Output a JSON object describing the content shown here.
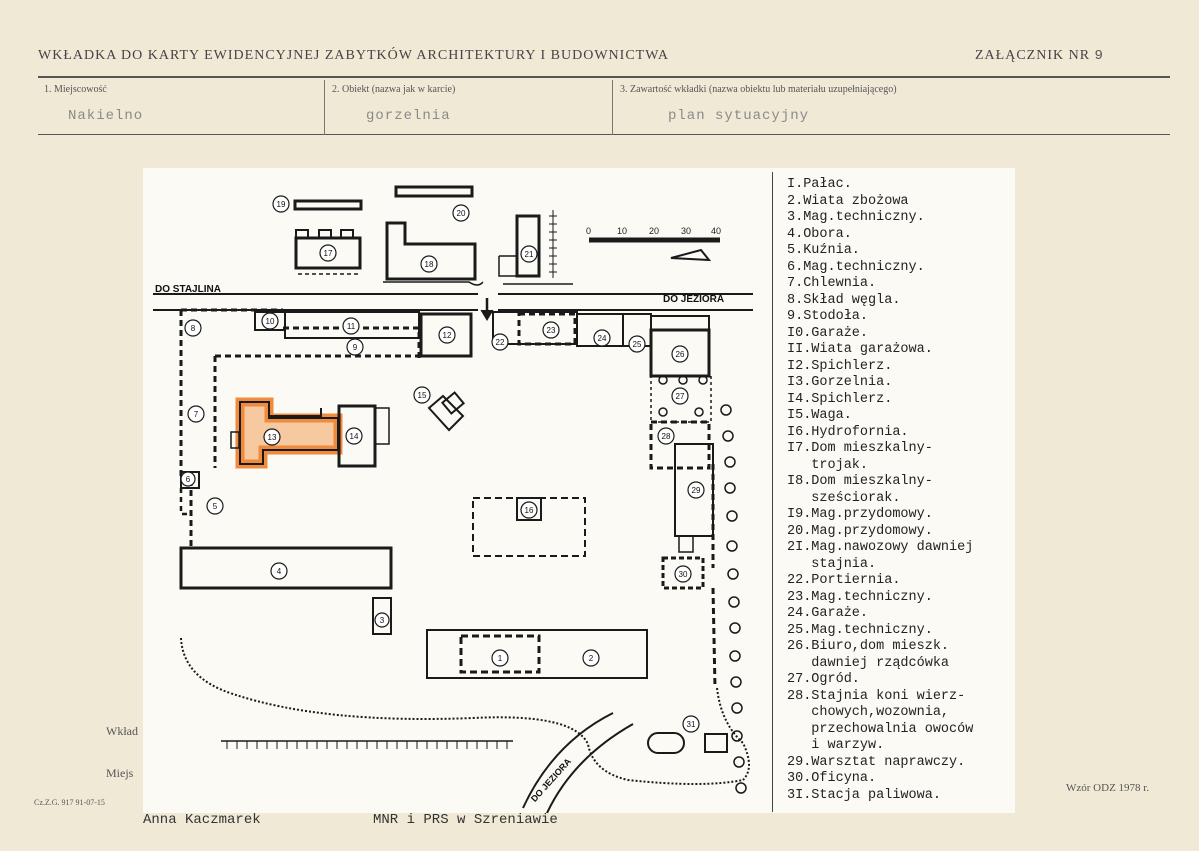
{
  "header": {
    "title": "WKŁADKA DO KARTY EWIDENCYJNEJ ZABYTKÓW ARCHITEKTURY I BUDOWNICTWA",
    "attachment_label": "ZAŁĄCZNIK NR",
    "attachment_number": "9"
  },
  "fields": [
    {
      "label": "1. Miejscowość",
      "value": "Nakielno"
    },
    {
      "label": "2. Obiekt (nazwa jak w karcie)",
      "value": "gorzelnia"
    },
    {
      "label": "3. Zawartość wkładki (nazwa obiektu lub materiału uzupełniającego)",
      "value": "plan sytuacyjny"
    }
  ],
  "map": {
    "road_label_left": "DO STAJLINA",
    "road_label_top_right": "DO JEZIORA",
    "road_label_bottom": "DO JEZIORA",
    "scale_ticks": [
      "0",
      "10",
      "20",
      "30",
      "40"
    ],
    "numbers": [
      "1",
      "2",
      "3",
      "4",
      "5",
      "6",
      "7",
      "8",
      "9",
      "10",
      "11",
      "12",
      "13",
      "14",
      "15",
      "16",
      "17",
      "18",
      "19",
      "20",
      "21",
      "22",
      "23",
      "24",
      "25",
      "26",
      "27",
      "28",
      "29",
      "30",
      "31"
    ]
  },
  "legend": [
    "I.Pałac.",
    "2.Wiata zbożowa",
    "3.Mag.techniczny.",
    "4.Obora.",
    "5.Kuźnia.",
    "6.Mag.techniczny.",
    "7.Chlewnia.",
    "8.Skład węgla.",
    "9.Stodoła.",
    "I0.Garaże.",
    "II.Wiata garażowa.",
    "I2.Spichlerz.",
    "I3.Gorzelnia.",
    "I4.Spichlerz.",
    "I5.Waga.",
    "I6.Hydrofornia.",
    "I7.Dom mieszkalny-",
    "   trojak.",
    "I8.Dom mieszkalny-",
    "   sześciorak.",
    "I9.Mag.przydomowy.",
    "20.Mag.przydomowy.",
    "2I.Mag.nawozowy dawniej",
    "   stajnia.",
    "22.Portiernia.",
    "23.Mag.techniczny.",
    "24.Garaże.",
    "25.Mag.techniczny.",
    "26.Biuro,dom mieszk.",
    "   dawniej rządcówka",
    "27.Ogród.",
    "28.Stajnia koni wierz-",
    "   chowych,wozownia,",
    "   przechowalnia owoców",
    "   i warzyw.",
    "29.Warsztat naprawczy.",
    "30.Oficyna.",
    "3I.Stacja paliwowa."
  ],
  "footer": {
    "left_label_1": "Wkład",
    "left_label_2": "Miejs",
    "catalog_code": "Cz.Z.G. 917 91-07-15",
    "author": "Anna Kaczmarek",
    "institution": "MNR i PRS w Szreniawie",
    "form_code": "Wzór ODZ 1978 r."
  },
  "colors": {
    "background": "#efe9d6",
    "ink": "#222222",
    "highlight": "#f08a3c"
  }
}
